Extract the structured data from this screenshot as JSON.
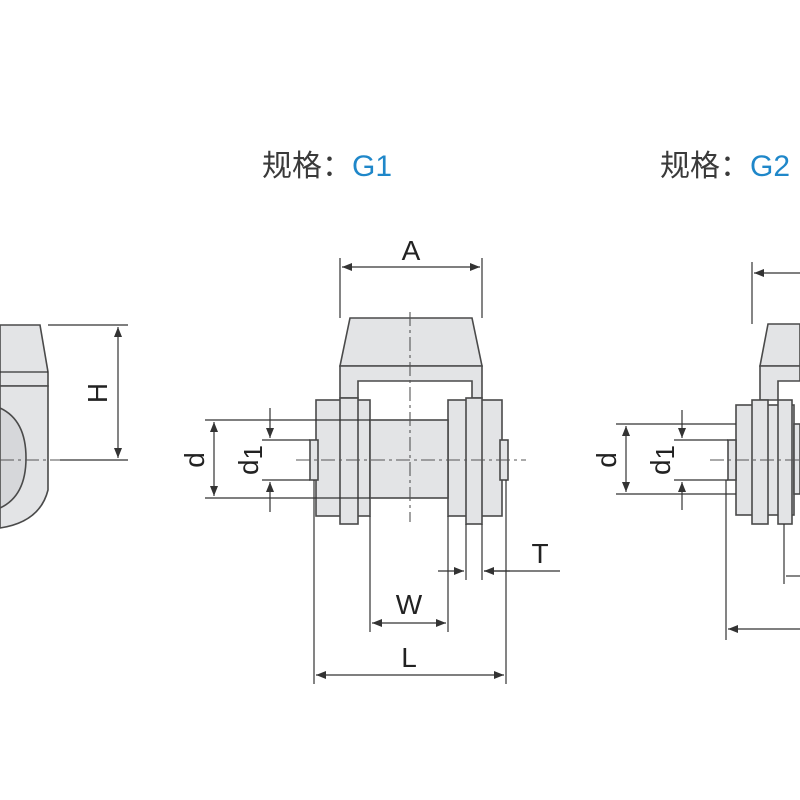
{
  "diagram": {
    "spec_prefix": "规格：",
    "specs": [
      {
        "id": "g1",
        "code": "G1"
      },
      {
        "id": "g2",
        "code": "G2"
      }
    ],
    "dimensions": {
      "A": "A",
      "H": "H",
      "d": "d",
      "d1_base": "d",
      "d1_sub": "1",
      "W": "W",
      "L": "L",
      "T": "T"
    },
    "colors": {
      "spec_value": "#1f87c9",
      "part_fill": "#e3e4e6",
      "outline": "#4a4a4a"
    }
  }
}
